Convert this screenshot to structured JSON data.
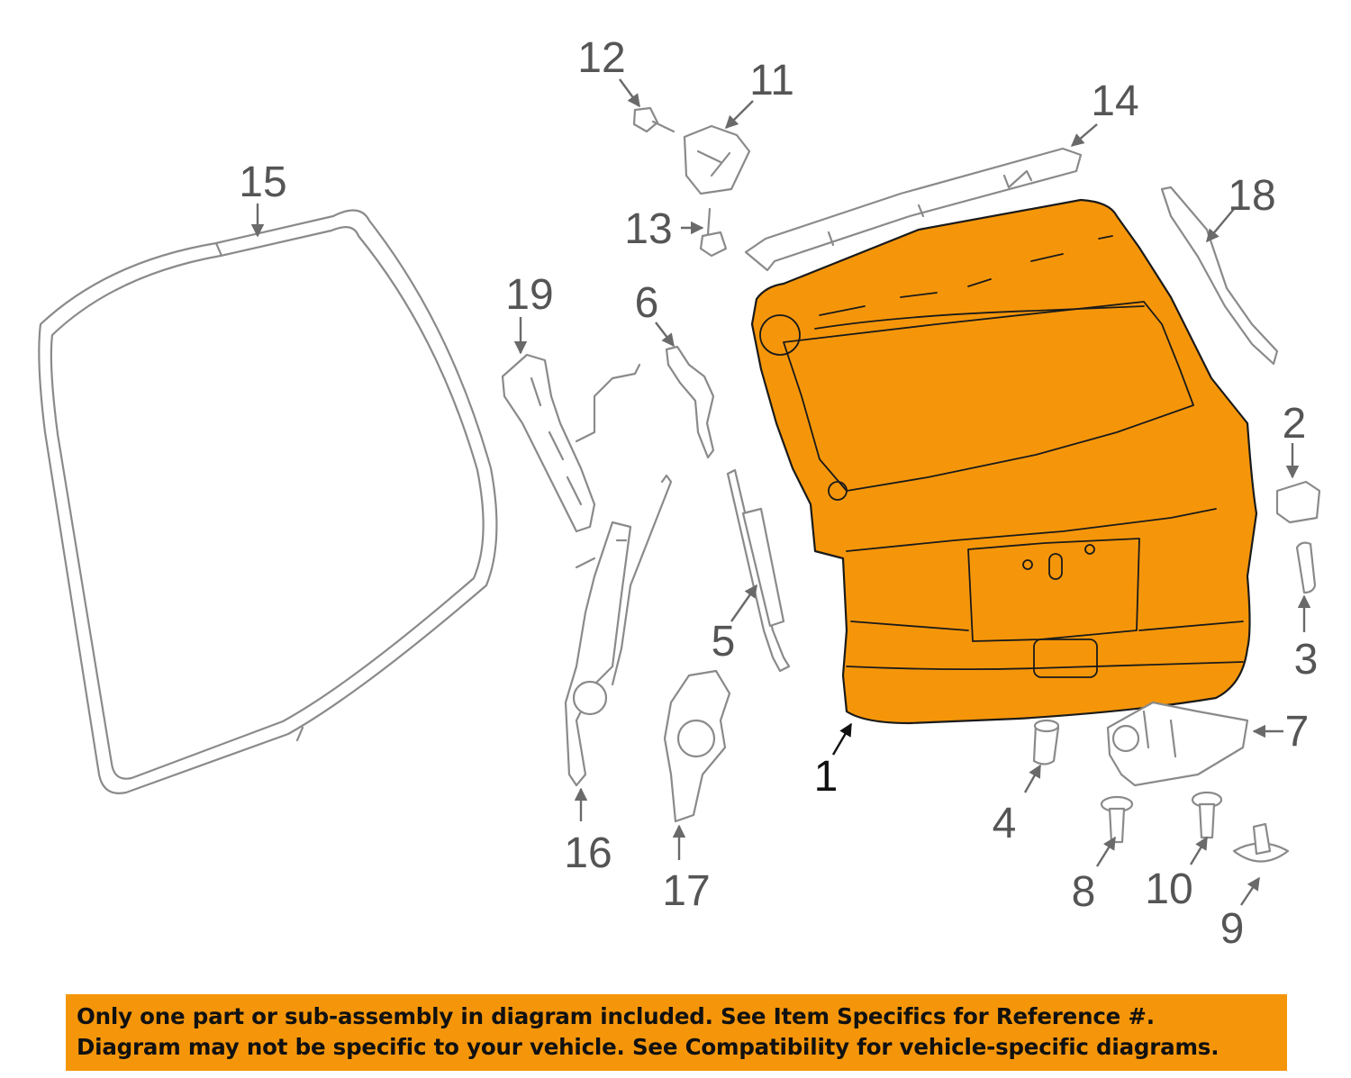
{
  "diagram": {
    "callouts": {
      "p1": "1",
      "p2": "2",
      "p3": "3",
      "p4": "4",
      "p5": "5",
      "p6": "6",
      "p7": "7",
      "p8": "8",
      "p9": "9",
      "p10": "10",
      "p11": "11",
      "p12": "12",
      "p13": "13",
      "p14": "14",
      "p15": "15",
      "p16": "16",
      "p17": "17",
      "p18": "18",
      "p19": "19"
    },
    "highlight_part": "1",
    "colors": {
      "highlight": "#f5960a",
      "outline": "#8a8a8a",
      "banner": "#f5960a"
    }
  },
  "disclaimer": {
    "line1": "Only one part or sub-assembly in diagram included. See Item Specifics for Reference #.",
    "line2": "Diagram may not be specific to your vehicle. See Compatibility for vehicle-specific diagrams."
  }
}
